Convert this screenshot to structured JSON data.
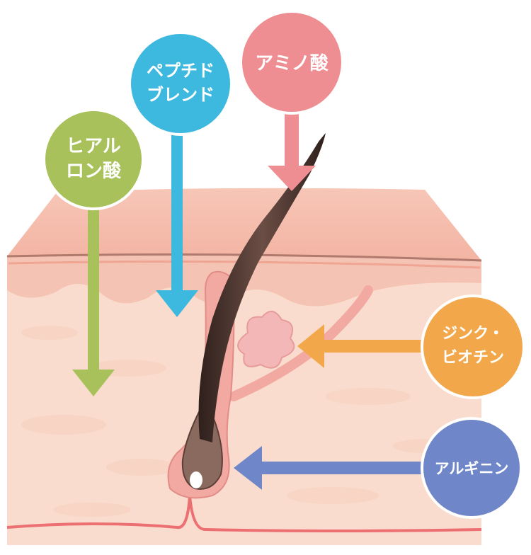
{
  "ingredients": {
    "hyaluronic": {
      "line1": "ヒアル",
      "line2": "ロン酸",
      "color": "#a8c15a"
    },
    "peptide": {
      "line1": "ペプチド",
      "line2": "ブレンド",
      "color": "#3db8df"
    },
    "amino": {
      "line1": "アミノ酸",
      "color": "#ee8d92"
    },
    "zinc": {
      "line1": "ジンク・",
      "line2": "ビオチン",
      "color": "#f2a84a"
    },
    "arginine": {
      "line1": "アルギニン",
      "color": "#6f86c8"
    }
  },
  "colors": {
    "epidermis": "#f2b6a6",
    "dermis": "#f9dccd",
    "hair": "#4a332d",
    "follicle": "#f2a9a2",
    "vessel": "#ec6f72"
  }
}
